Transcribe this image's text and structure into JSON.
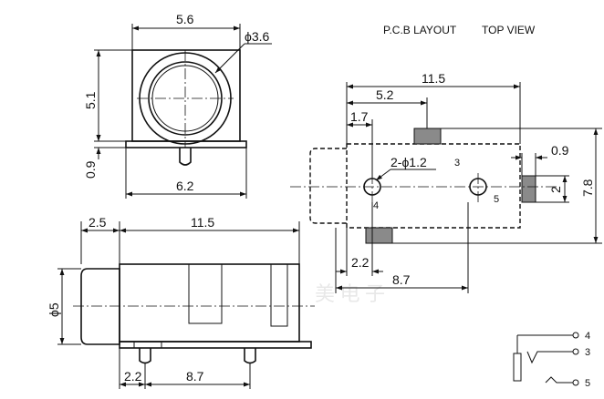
{
  "header": {
    "pcb_layout": "P.C.B LAYOUT",
    "top_view": "TOP VIEW"
  },
  "front_view": {
    "dim_width": "5.6",
    "dim_dia": "ϕ3.6",
    "dim_height": "5.1",
    "dim_offset": "0.9",
    "dim_base": "6.2"
  },
  "side_view": {
    "dim_front": "2.5",
    "dim_length": "11.5",
    "dim_dia": "ϕ5",
    "dim_pin1": "2.2",
    "dim_pin2": "8.7"
  },
  "pcb_view": {
    "dim_total": "11.5",
    "dim_5_2": "5.2",
    "dim_1_7": "1.7",
    "dim_0_9": "0.9",
    "dim_holes": "2-ϕ1.2",
    "dim_2": "2",
    "dim_7_8": "7.8",
    "dim_2_2": "2.2",
    "dim_8_7": "8.7",
    "pin_3": "3",
    "pin_4": "4",
    "pin_5": "5"
  },
  "schematic": {
    "pin_4": "4",
    "pin_3": "3",
    "pin_5": "5"
  }
}
